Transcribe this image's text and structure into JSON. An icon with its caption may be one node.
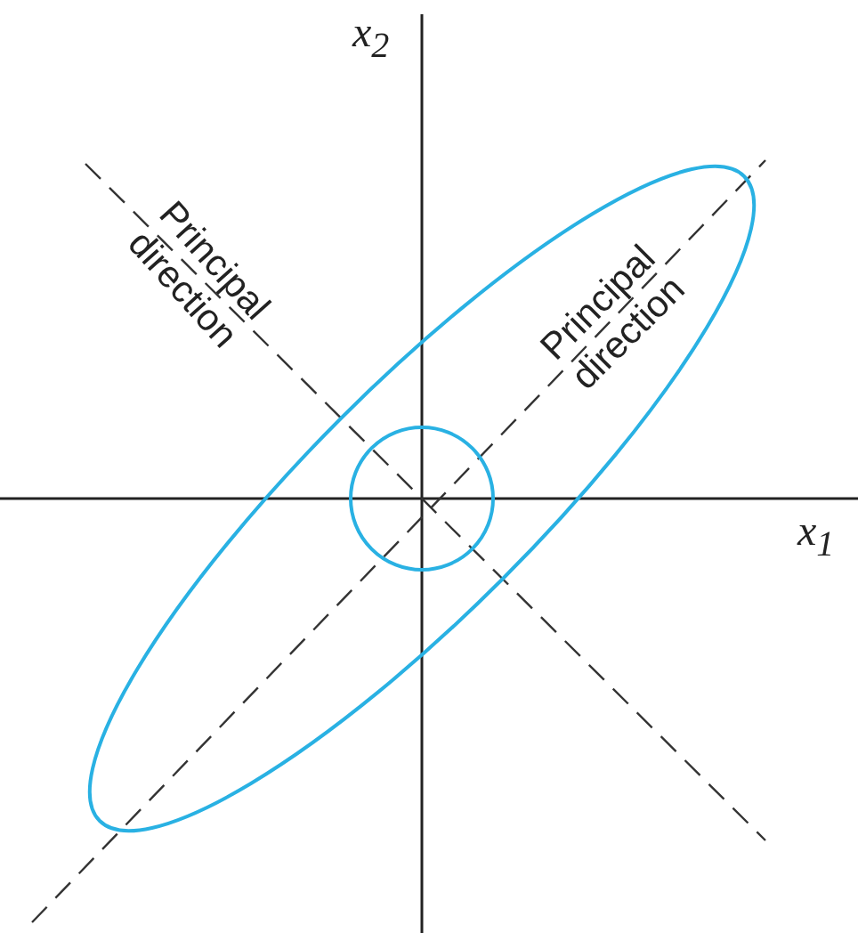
{
  "diagram": {
    "labels": [
      "x$_{2}$",
      "Principal direction",
      "Principal direction",
      "x$_{1}$"
    ]
  }
}
